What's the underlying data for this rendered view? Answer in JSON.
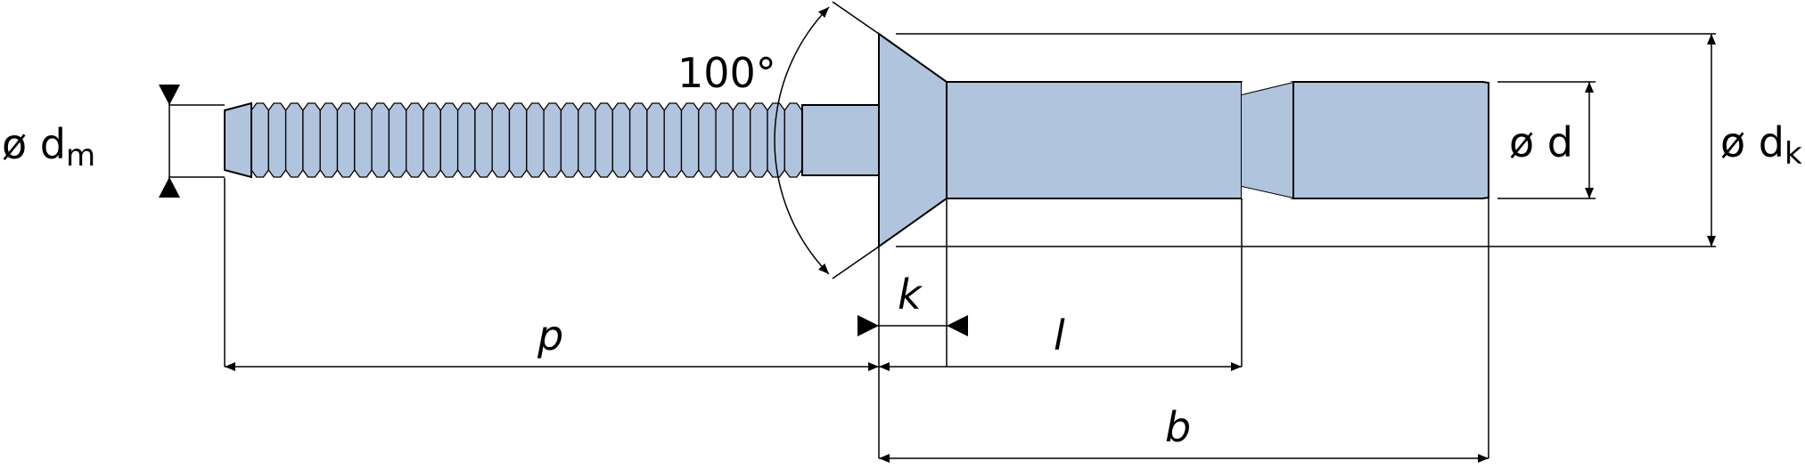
{
  "colors": {
    "body_fill": "#b1c4de",
    "stroke": "#000000",
    "background": "#ffffff"
  },
  "labels": {
    "angle": "100°",
    "mandrel_diameter_prefix": "ø d",
    "mandrel_diameter_sub": "m",
    "shank_diameter": "ø d",
    "head_diameter_prefix": "ø d",
    "head_diameter_sub": "k",
    "head_height": "k",
    "clamp_length": "l",
    "mandrel_length": "p",
    "body_length": "b"
  }
}
